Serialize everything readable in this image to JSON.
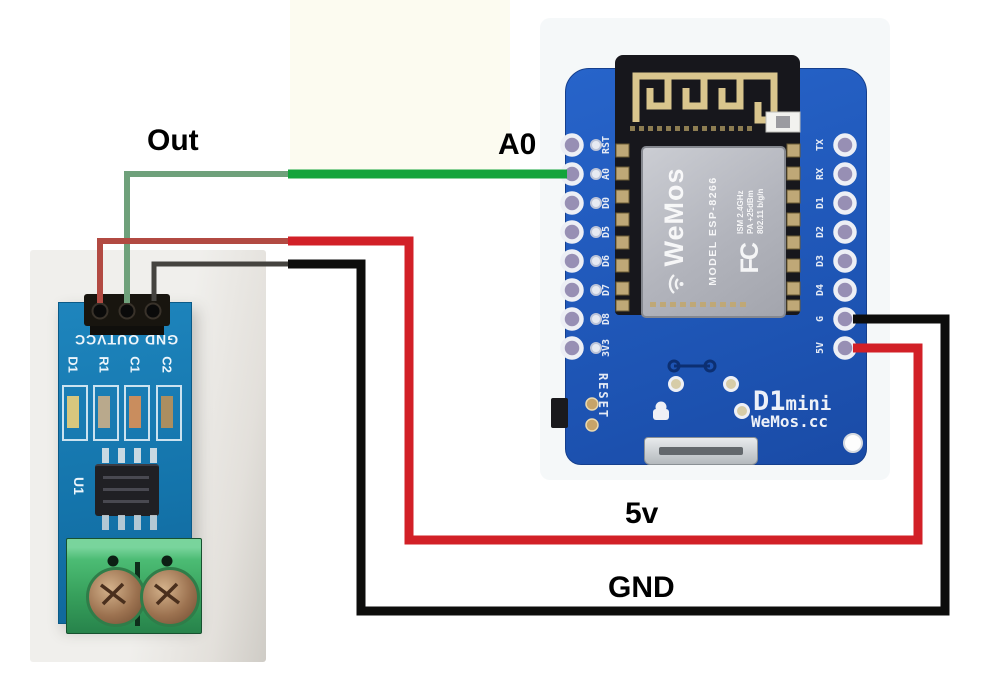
{
  "wire_labels": {
    "out": "Out",
    "a0": "A0",
    "five_v": "5v",
    "gnd": "GND"
  },
  "wires": {
    "out_bright": "#14a43c",
    "out_muted": "#6fa17b",
    "vcc_bright": "#d22027",
    "vcc_muted": "#b24a42",
    "gnd_bright": "#0d0d0c",
    "gnd_muted": "#45433f"
  },
  "sensor_module": {
    "silkscreen_pins": "GND OUTVCC",
    "component_labels": [
      "D1",
      "R1",
      "C1",
      "C2"
    ],
    "ic_label": "U1"
  },
  "d1_mini": {
    "left_pins": [
      "RST",
      "A0",
      "D0",
      "D5",
      "D6",
      "D7",
      "D8",
      "3V3"
    ],
    "right_pins": [
      "TX",
      "RX",
      "D1",
      "D2",
      "D3",
      "D4",
      "G",
      "5V"
    ],
    "shield": {
      "brand": "WeMos",
      "model": "MODEL ESP-8266",
      "cert": "FC",
      "specs": [
        "ISM 2.4GHz",
        "PA +25dBm",
        "802.11 b/g/n"
      ]
    },
    "reset_label": "RESET",
    "board_name_bold": "D1",
    "board_name_rest": "mini",
    "board_site": "WeMos.cc"
  }
}
